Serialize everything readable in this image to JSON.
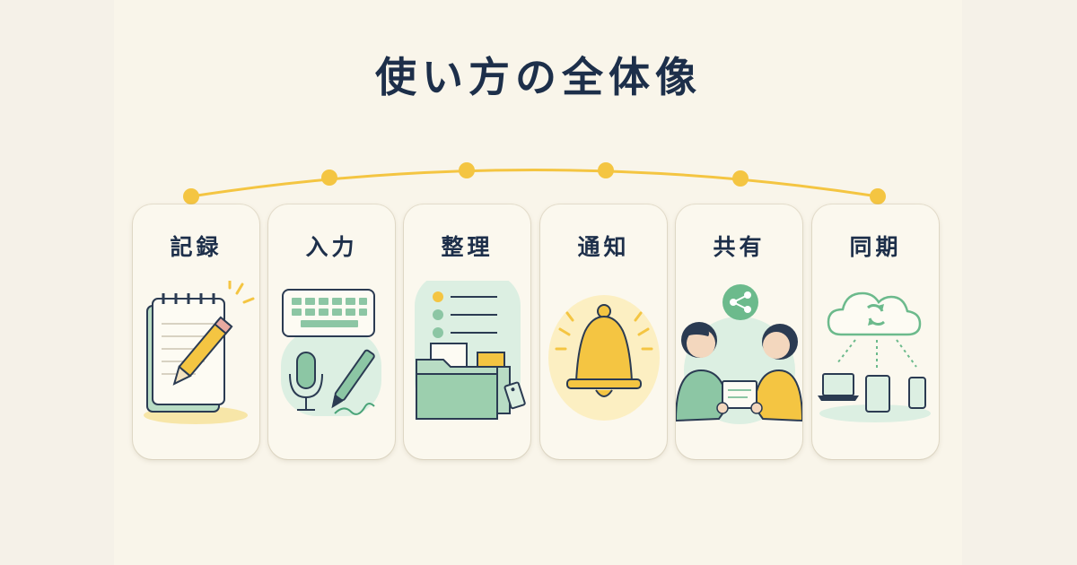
{
  "title": "使い方の全体像",
  "steps": [
    {
      "label": "記録",
      "icon": "notepad-pencil-icon"
    },
    {
      "label": "入力",
      "icon": "keyboard-mic-pen-icon"
    },
    {
      "label": "整理",
      "icon": "list-folder-icon"
    },
    {
      "label": "通知",
      "icon": "bell-icon"
    },
    {
      "label": "共有",
      "icon": "people-share-icon"
    },
    {
      "label": "同期",
      "icon": "cloud-sync-devices-icon"
    }
  ],
  "colors": {
    "background": "#f9f5ea",
    "title": "#1d2f4a",
    "accent_yellow": "#f4c542",
    "accent_green": "#8cc6a4",
    "green_light": "#dcefe2"
  }
}
